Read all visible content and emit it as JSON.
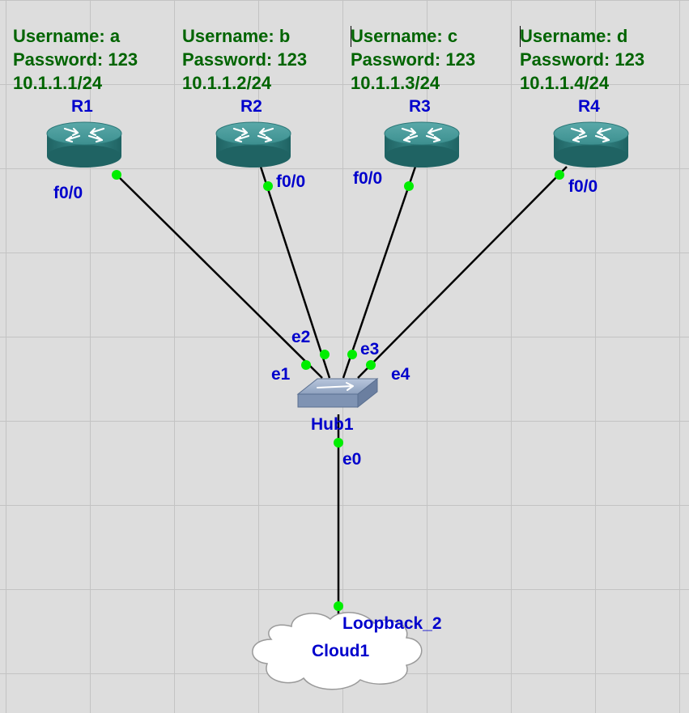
{
  "notes": [
    {
      "username": "Username: a",
      "password": "Password: 123",
      "ip": "10.1.1.1/24"
    },
    {
      "username": "Username: b",
      "password": "Password: 123",
      "ip": "10.1.1.2/24"
    },
    {
      "username": "Username: c",
      "password": "Password: 123",
      "ip": "10.1.1.3/24"
    },
    {
      "username": "Username: d",
      "password": "Password: 123",
      "ip": "10.1.1.4/24"
    }
  ],
  "routers": [
    {
      "name": "R1",
      "interface": "f0/0"
    },
    {
      "name": "R2",
      "interface": "f0/0"
    },
    {
      "name": "R3",
      "interface": "f0/0"
    },
    {
      "name": "R4",
      "interface": "f0/0"
    }
  ],
  "hub": {
    "name": "Hub1",
    "ports": [
      "e0",
      "e1",
      "e2",
      "e3",
      "e4"
    ]
  },
  "cloud": {
    "name": "Cloud1",
    "interface": "Loopback_2"
  },
  "colors": {
    "background": "#dddddd",
    "grid": "#c3c3c3",
    "note_text": "#006400",
    "label_text": "#0000cc",
    "link": "#000000",
    "port_dot": "#00ee00",
    "router_body": "#2f8585"
  },
  "icons": {
    "router": "router-icon",
    "hub": "hub-icon",
    "cloud": "cloud-icon"
  }
}
